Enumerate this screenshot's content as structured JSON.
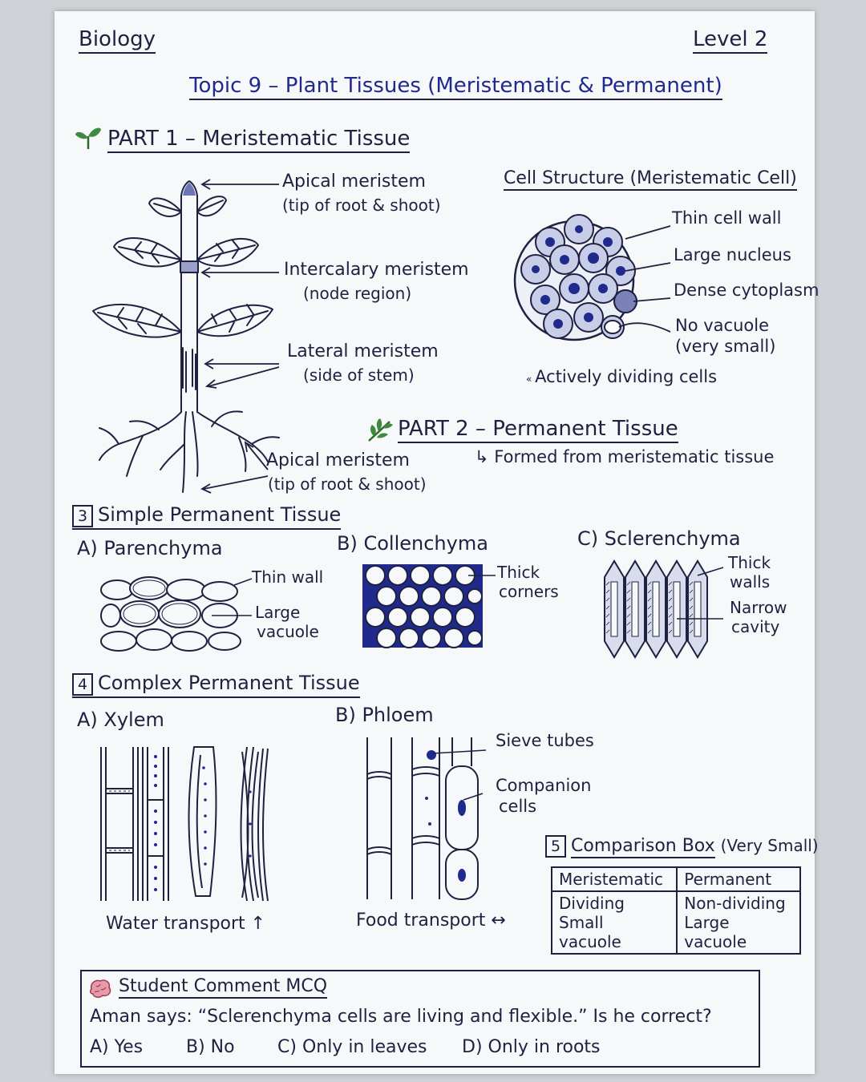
{
  "header": {
    "subject": "Biology",
    "level": "Level 2",
    "title": "Topic 9 – Plant Tissues (Meristematic & Permanent)"
  },
  "part1": {
    "heading": "PART 1 – Meristematic Tissue",
    "labels": {
      "apical_top": "Apical meristem",
      "apical_top_sub": "(tip of root & shoot)",
      "intercalary": "Intercalary meristem",
      "intercalary_sub": "(node region)",
      "lateral": "Lateral meristem",
      "lateral_sub": "(side of stem)",
      "apical_bottom": "Apical meristem",
      "apical_bottom_sub": "(tip of root & shoot)"
    }
  },
  "cell_structure": {
    "heading": "Cell Structure (Meristematic Cell)",
    "labels": {
      "wall": "Thin cell wall",
      "nucleus": "Large nucleus",
      "cytoplasm": "Dense cytoplasm",
      "vacuole": "No vacuole",
      "vacuole_sub": "(very small)"
    },
    "note": "Actively dividing cells"
  },
  "part2": {
    "heading": "PART 2 – Permanent Tissue",
    "note": "Formed from meristematic tissue"
  },
  "simple": {
    "heading": "Simple Permanent Tissue",
    "number": "3",
    "parenchyma": {
      "title": "A) Parenchyma",
      "label1": "Thin wall",
      "label2a": "Large",
      "label2b": "vacuole"
    },
    "collenchyma": {
      "title": "B) Collenchyma",
      "label1a": "Thick",
      "label1b": "corners"
    },
    "sclerenchyma": {
      "title": "C) Sclerenchyma",
      "label1a": "Thick",
      "label1b": "walls",
      "label2a": "Narrow",
      "label2b": "cavity"
    }
  },
  "complex": {
    "heading": "Complex Permanent Tissue",
    "number": "4",
    "xylem": {
      "title": "A) Xylem",
      "caption": "Water transport ↑"
    },
    "phloem": {
      "title": "B) Phloem",
      "label1": "Sieve tubes",
      "label2a": "Companion",
      "label2b": "cells",
      "caption": "Food transport ↔"
    }
  },
  "comparison": {
    "number": "5",
    "heading": "Comparison Box",
    "heading_note": "(Very Small)",
    "columns": [
      "Meristematic",
      "Permanent"
    ],
    "rows": [
      [
        "Dividing",
        "Non-dividing"
      ],
      [
        "Small vacuole",
        "Large vacuole"
      ]
    ]
  },
  "mcq": {
    "heading": "Student Comment MCQ",
    "question": "Aman says: “Sclerenchyma cells are living and flexible.” Is he correct?",
    "options": [
      "A) Yes",
      "B) No",
      "C) Only in leaves",
      "D) Only in roots"
    ]
  },
  "colors": {
    "ink": "#1e2140",
    "cell_fill": "#c8cde8",
    "nucleus": "#1f2a8c"
  }
}
